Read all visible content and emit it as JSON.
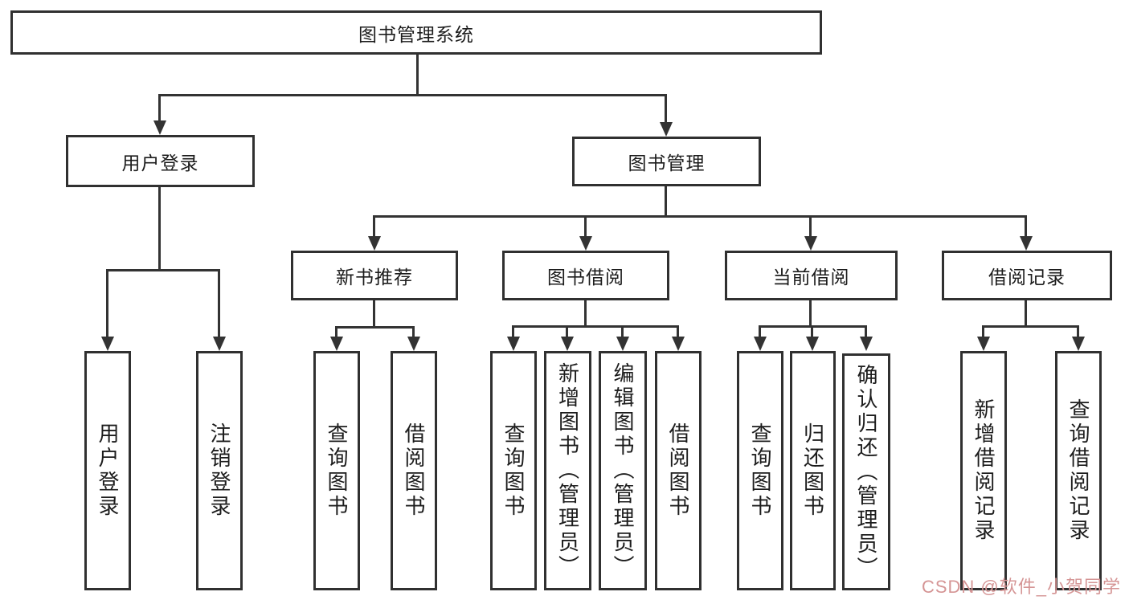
{
  "diagram": {
    "title_node": {
      "label": "图书管理系统"
    },
    "level2": [
      {
        "label": "用户登录"
      },
      {
        "label": "图书管理"
      }
    ],
    "level3": [
      {
        "label": "新书推荐"
      },
      {
        "label": "图书借阅"
      },
      {
        "label": "当前借阅"
      },
      {
        "label": "借阅记录"
      }
    ],
    "leaves": [
      {
        "label": "用户登录"
      },
      {
        "label": "注销登录"
      },
      {
        "label": "查询图书"
      },
      {
        "label": "借阅图书"
      },
      {
        "label": "查询图书"
      },
      {
        "label": "新增图书（管理员）"
      },
      {
        "label": "编辑图书（管理员）"
      },
      {
        "label": "借阅图书"
      },
      {
        "label": "查询图书"
      },
      {
        "label": "归还图书"
      },
      {
        "label": "确认归还（管理员）"
      },
      {
        "label": "新增借阅记录"
      },
      {
        "label": "查询借阅记录"
      }
    ],
    "watermark": "CSDN @软件_小贺同学",
    "colors": {
      "line": "#333333",
      "border": "#303030",
      "text": "#1c1c1c",
      "watermark": "#d59595",
      "background": "#ffffff"
    }
  }
}
